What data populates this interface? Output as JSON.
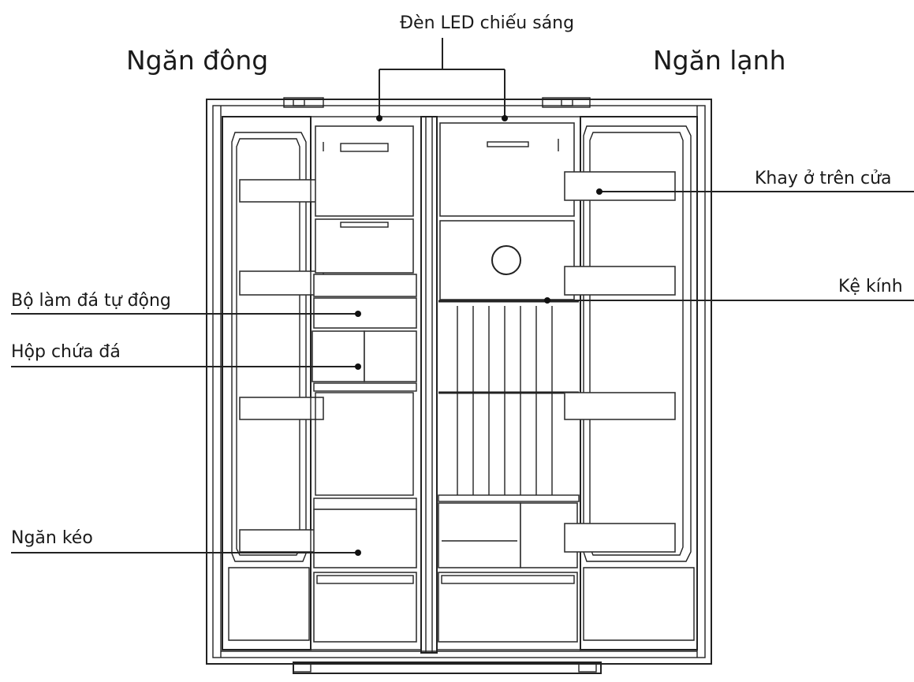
{
  "titles": {
    "left": "Ngăn đông",
    "right": "Ngăn lạnh"
  },
  "callouts": {
    "led_light": "Đèn LED chiếu sáng",
    "door_tray": "Khay ở trên cửa",
    "ice_maker": "Bộ làm đá tự động",
    "glass_shelf": "Kệ kính",
    "ice_box": "Hộp chứa đá",
    "drawer": "Ngăn kéo"
  }
}
